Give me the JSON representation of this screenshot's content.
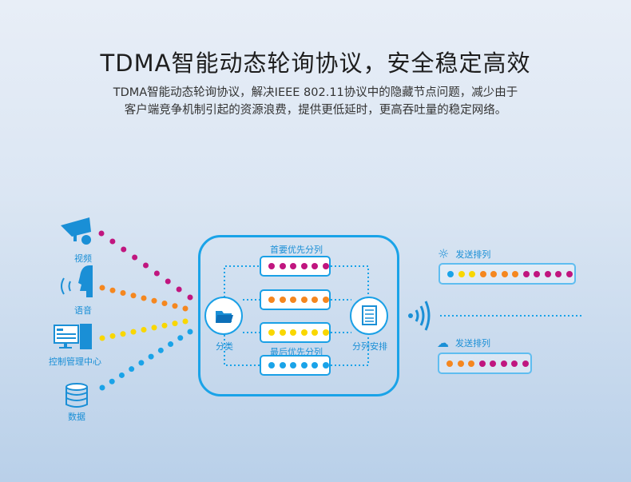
{
  "title": "TDMA智能动态轮询协议，安全稳定高效",
  "subtitle": [
    "TDMA智能动态轮询协议，解决IEEE 802.11协议中的隐藏节点问题，减少由于",
    "客户端竞争机制引起的资源浪费，提供更低延时，更高吞吐量的稳定网络。"
  ],
  "colors": {
    "magenta": "#c0167f",
    "orange": "#f5871f",
    "yellow": "#f9d700",
    "blue": "#1aa3e8",
    "accent": "#1aa0e6"
  },
  "sources": [
    {
      "label": "视频",
      "icon": "camera-icon",
      "color": "magenta"
    },
    {
      "label": "语音",
      "icon": "voice-icon",
      "color": "orange"
    },
    {
      "label": "控制管理中心",
      "icon": "computer-icon",
      "color": "yellow"
    },
    {
      "label": "数据",
      "icon": "database-icon",
      "color": "blue"
    }
  ],
  "classify_label": "分类",
  "schedule_label": "分列安排",
  "top_queue_label": "首要优先分列",
  "bottom_queue_label": "最后优先分列",
  "queues": [
    [
      "magenta",
      "magenta",
      "magenta",
      "magenta",
      "magenta",
      "magenta"
    ],
    [
      "orange",
      "orange",
      "orange",
      "orange",
      "orange",
      "orange"
    ],
    [
      "yellow",
      "yellow",
      "yellow",
      "yellow",
      "yellow",
      "yellow"
    ],
    [
      "blue",
      "blue",
      "blue",
      "blue",
      "blue",
      "blue"
    ]
  ],
  "send_queues": [
    {
      "label": "发送排列",
      "icon": "sun-icon",
      "dots": [
        "blue",
        "yellow",
        "yellow",
        "orange",
        "orange",
        "orange",
        "orange",
        "magenta",
        "magenta",
        "magenta",
        "magenta",
        "magenta"
      ]
    },
    {
      "label": "发送排列",
      "icon": "storm-cloud-icon",
      "dots": [
        "orange",
        "orange",
        "orange",
        "magenta",
        "magenta",
        "magenta",
        "magenta",
        "magenta"
      ]
    }
  ]
}
